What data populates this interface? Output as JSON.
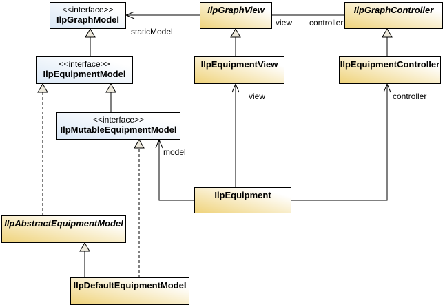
{
  "diagram": {
    "type": "uml-class-diagram",
    "classes": [
      {
        "id": "graph-model",
        "stereotype": "<<interface>>",
        "name": "IlpGraphModel",
        "kind": "interface"
      },
      {
        "id": "graph-view",
        "name": "IlpGraphView",
        "kind": "abstract-class"
      },
      {
        "id": "graph-controller",
        "name": "IlpGraphController",
        "kind": "abstract-class"
      },
      {
        "id": "equipment-model",
        "stereotype": "<<interface>>",
        "name": "IlpEquipmentModel",
        "kind": "interface"
      },
      {
        "id": "equipment-view",
        "name": "IlpEquipmentView",
        "kind": "class"
      },
      {
        "id": "equipment-controller",
        "name": "IlpEquipmentController",
        "kind": "class"
      },
      {
        "id": "mutable-equipment-model",
        "stereotype": "<<interface>>",
        "name": "IlpMutableEquipmentModel",
        "kind": "interface"
      },
      {
        "id": "equipment",
        "name": "IlpEquipment",
        "kind": "class"
      },
      {
        "id": "abstract-equipment-model",
        "name": "IlpAbstractEquipmentModel",
        "kind": "abstract-class"
      },
      {
        "id": "default-equipment-model",
        "name": "IlpDefaultEquipmentModel",
        "kind": "class"
      }
    ],
    "edges": [
      {
        "type": "generalization",
        "from": "IlpEquipmentModel",
        "to": "IlpGraphModel"
      },
      {
        "type": "generalization",
        "from": "IlpMutableEquipmentModel",
        "to": "IlpEquipmentModel"
      },
      {
        "type": "generalization",
        "from": "IlpEquipmentView",
        "to": "IlpGraphView"
      },
      {
        "type": "generalization",
        "from": "IlpEquipmentController",
        "to": "IlpGraphController"
      },
      {
        "type": "generalization",
        "from": "IlpDefaultEquipmentModel",
        "to": "IlpAbstractEquipmentModel"
      },
      {
        "type": "realization",
        "from": "IlpAbstractEquipmentModel",
        "to": "IlpEquipmentModel"
      },
      {
        "type": "realization",
        "from": "IlpDefaultEquipmentModel",
        "to": "IlpMutableEquipmentModel"
      },
      {
        "type": "association",
        "from": "IlpGraphView",
        "to": "IlpGraphModel",
        "label": "staticModel"
      },
      {
        "type": "association",
        "from": "IlpGraphView",
        "to": "IlpGraphController",
        "labels": [
          "view",
          "controller"
        ]
      },
      {
        "type": "association",
        "from": "IlpEquipment",
        "to": "IlpEquipmentView",
        "label": "view"
      },
      {
        "type": "association",
        "from": "IlpEquipment",
        "to": "IlpEquipmentController",
        "label": "controller"
      },
      {
        "type": "association",
        "from": "IlpEquipment",
        "to": "IlpMutableEquipmentModel",
        "label": "model"
      }
    ],
    "colors": {
      "class_fill": "#efd37b",
      "interface_fill": "#dbe8f6",
      "fill_fade": "#ffffff",
      "line": "#000000",
      "arrowhead_fill": "#ede9dc",
      "text": "#000000",
      "background": "#ffffff"
    }
  }
}
